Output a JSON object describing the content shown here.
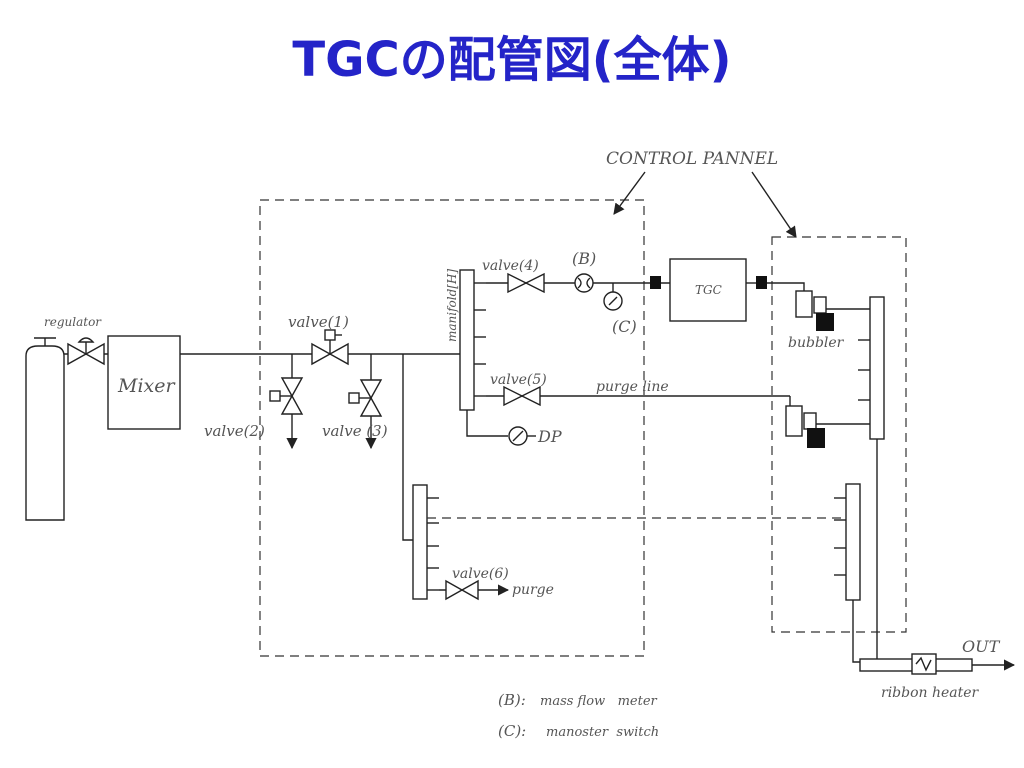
{
  "title": "TGCの配管図(全体)",
  "labels": {
    "control_panel": "CONTROL PANNEL",
    "regulator": "regulator",
    "mixer": "Mixer",
    "valve1": "valve(1)",
    "valve2": "valve(2)",
    "valve3": "valve (3)",
    "manifold": "manifold[H]",
    "valve4": "valve(4)",
    "b_mark": "(B)",
    "c_mark": "(C)",
    "tgc": "TGC",
    "bubbler": "bubbler",
    "valve5": "valve(5)",
    "purge_line": "purge line",
    "dp": "DP",
    "valve6": "valve(6)",
    "purge": "purge",
    "out": "OUT",
    "ribbon_heater": "ribbon heater"
  },
  "legend": [
    {
      "key": "(B):",
      "text": "mass flow   meter"
    },
    {
      "key": "(C):",
      "text": "manoster  switch"
    }
  ]
}
